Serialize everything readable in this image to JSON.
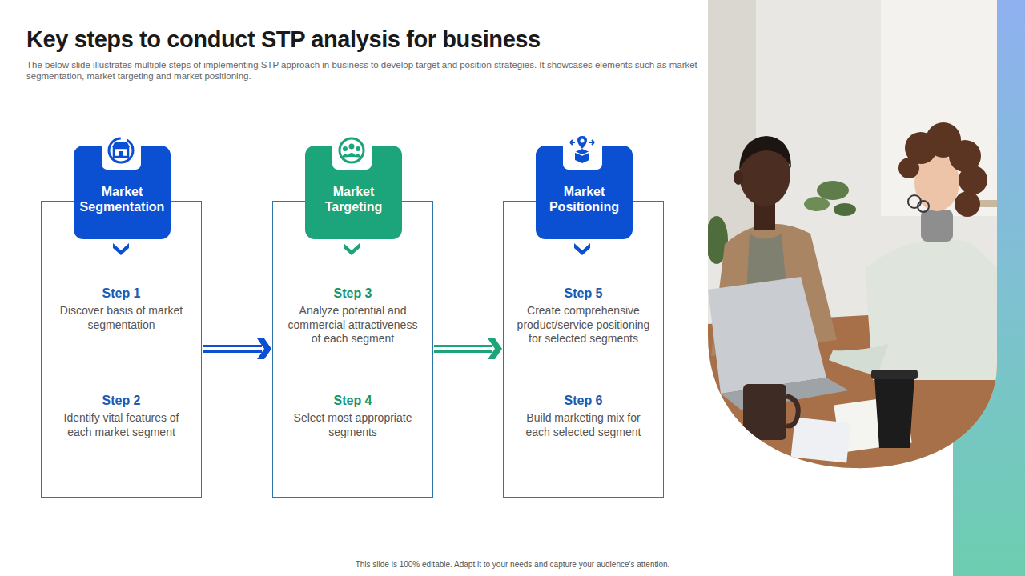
{
  "diagram": {
    "title": "Key steps to conduct STP analysis for business",
    "caption": "The below slide illustrates multiple steps of implementing STP approach in business to develop target and position strategies. It showcases elements such as market segmentation, market targeting and market positioning.",
    "nodes": [
      {
        "text": [
          "Step 1",
          "Discover basis of market segmentation",
          "Step 2",
          "Identify vital features of each market segment"
        ]
      },
      {
        "text": [
          "Market Segmentation"
        ],
        "in": 0
      },
      {
        "text": [
          "Step 3",
          "Analyze potential and commercial attractiveness of each segment",
          "Step 4",
          "Select most appropriate segments"
        ]
      },
      {
        "text": [
          "Market Targeting"
        ],
        "in": 2
      },
      {
        "text": [
          "Step 5",
          "Create comprehensive product/service positioning for selected segments",
          "Step 6",
          "Build marketing mix for each selected segment"
        ]
      },
      {
        "text": [
          "Market Positioning"
        ],
        "in": 4
      }
    ],
    "edges": [
      {
        "from": 0,
        "to": 2,
        "arrow": "to"
      },
      {
        "from": 2,
        "to": 4,
        "arrow": "to"
      }
    ],
    "labels": [
      "This slide is 100% editable. Adapt it to your needs and capture your audience's attention."
    ]
  }
}
